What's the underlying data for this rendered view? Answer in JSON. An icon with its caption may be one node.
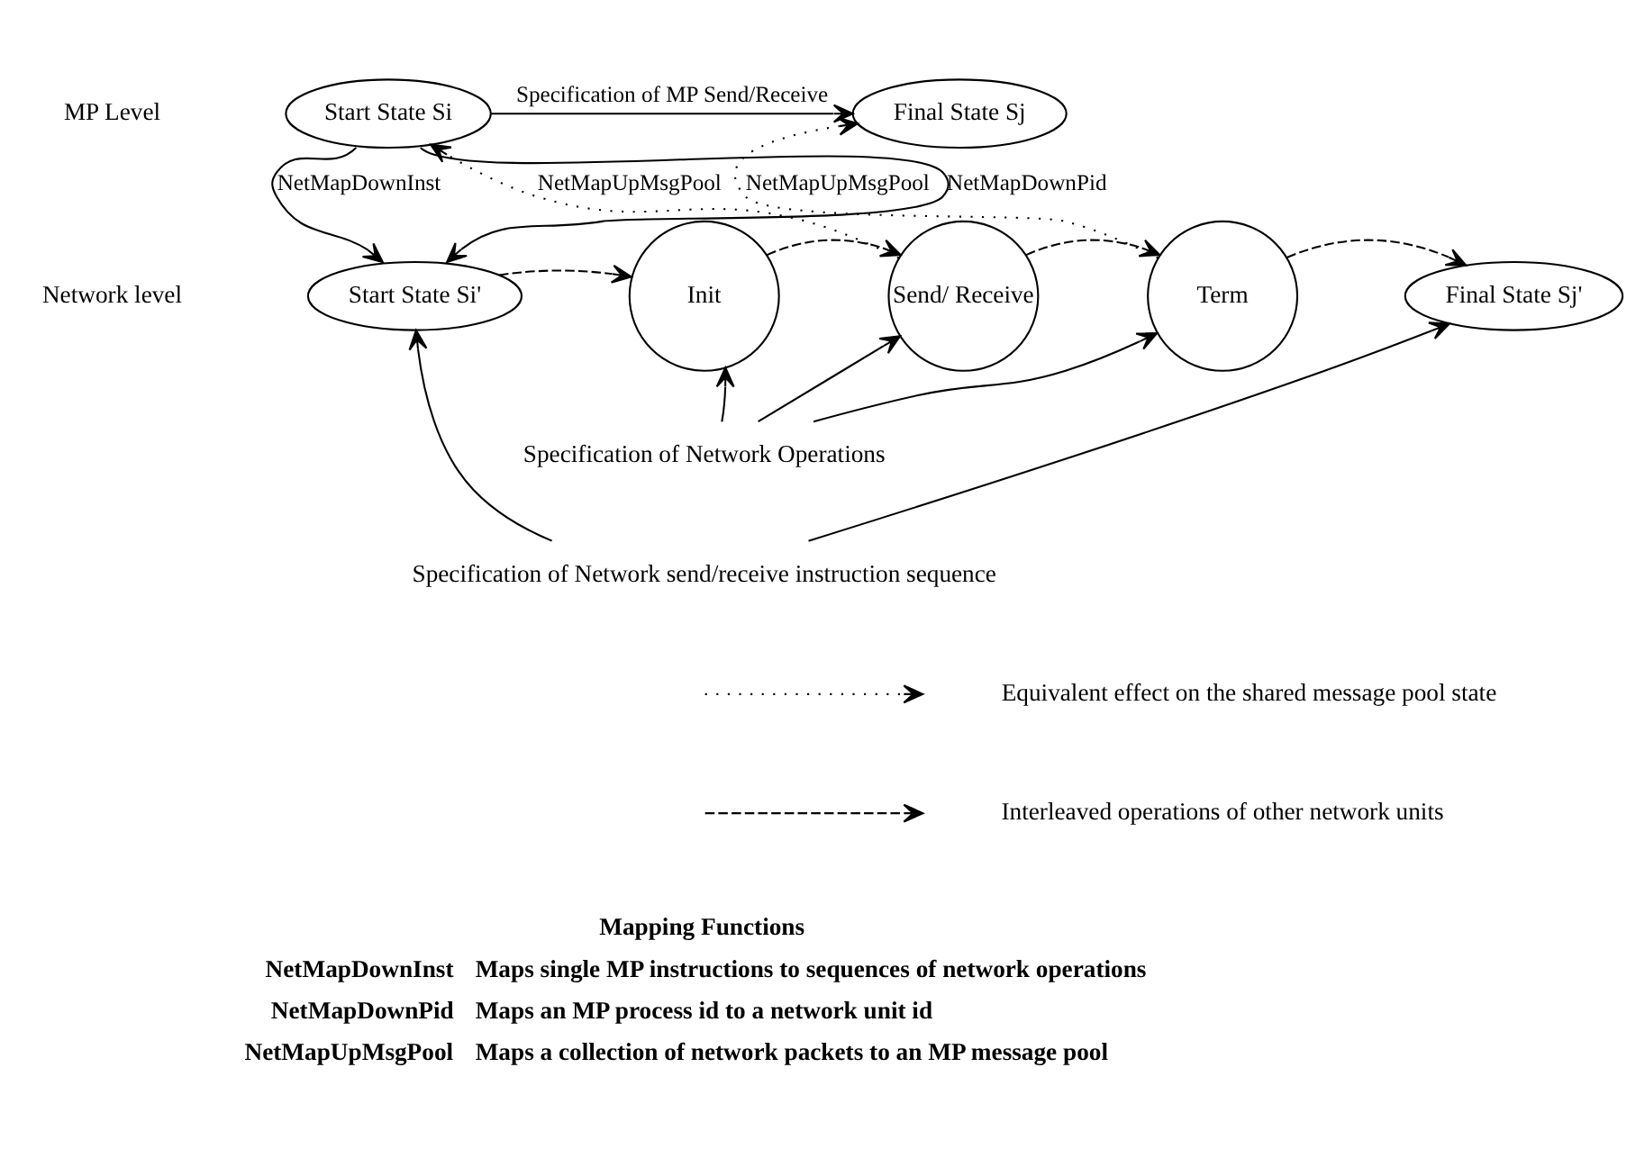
{
  "diagram": {
    "nodes": [
      {
        "text": [
          "Start State Si"
        ]
      },
      {
        "text": [
          "Final State Sj"
        ]
      },
      {
        "text": [
          "Start State Si'"
        ]
      },
      {
        "text": [
          "Init"
        ]
      },
      {
        "text": [
          "Send/ Receive"
        ]
      },
      {
        "text": [
          "Term"
        ]
      },
      {
        "text": [
          "Final State Sj'"
        ]
      },
      {
        "text": [
          "Specification of Network Operations"
        ]
      },
      {
        "text": [
          "Specification of Network send/receive instruction sequence"
        ]
      }
    ],
    "edges": [
      {
        "from": 0,
        "to": 1,
        "arrow": "to",
        "label": "Specification of MP Send/Receive"
      },
      {
        "from": 0,
        "to": 2,
        "arrow": "to",
        "label": "NetMapDownInst"
      },
      {
        "from": 0,
        "to": 2,
        "arrow": "to",
        "label": "NetMapDownPid"
      },
      {
        "from": 2,
        "to": 3,
        "arrow": "to",
        "style": "dashed"
      },
      {
        "from": 3,
        "to": 4,
        "arrow": "to",
        "style": "dashed"
      },
      {
        "from": 4,
        "to": 5,
        "arrow": "to",
        "style": "dashed"
      },
      {
        "from": 5,
        "to": 6,
        "arrow": "to",
        "style": "dashed"
      },
      {
        "from": 4,
        "to": 0,
        "arrow": "to",
        "style": "dashed",
        "label": "NetMapUpMsgPool"
      },
      {
        "from": 5,
        "to": 1,
        "arrow": "to",
        "style": "dashed",
        "label": "NetMapUpMsgPool"
      },
      {
        "from": 7,
        "to": 3,
        "arrow": "to"
      },
      {
        "from": 7,
        "to": 4,
        "arrow": "to"
      },
      {
        "from": 7,
        "to": 5,
        "arrow": "to"
      },
      {
        "from": 8,
        "to": 2,
        "arrow": "to"
      },
      {
        "from": 8,
        "to": 6,
        "arrow": "to"
      }
    ],
    "labels": [
      "MP Level",
      "Network level",
      "Mapping Functions",
      "NetMapDownInst",
      "Maps single MP instructions to sequences of network operations",
      "NetMapDownPid",
      "Maps an MP process id to a network unit id",
      "NetMapUpMsgPool",
      "Maps a collection of network packets to an MP message pool"
    ],
    "legend": [
      {
        "text": "Equivalent effect on the shared message pool state"
      },
      {
        "text": "Interleaved operations of other network units"
      }
    ]
  }
}
